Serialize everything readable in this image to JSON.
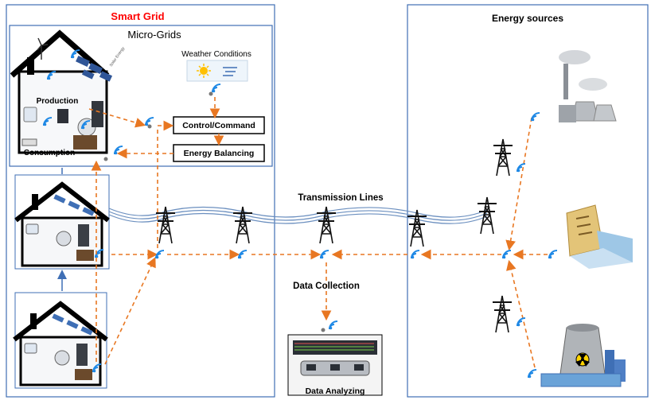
{
  "smart_grid": {
    "title": "Smart Grid"
  },
  "micro_grids": {
    "title": "Micro-Grids"
  },
  "house": {
    "production": "Production",
    "consumption": "Consumption",
    "solar_text": "Solar Energy"
  },
  "weather": {
    "label": "Weather Conditions"
  },
  "control": {
    "label": "Control/Command"
  },
  "balancing": {
    "label": "Energy Balancing"
  },
  "energy_sources": {
    "title": "Energy sources"
  },
  "transmission": {
    "label": "Transmission Lines"
  },
  "collection": {
    "label": "Data Collection"
  },
  "analyzing": {
    "label": "Data Analyzing"
  },
  "colors": {
    "accent": "#ff0000",
    "flow": "#e87722",
    "frame": "#3f6fb5",
    "wifi": "#1e88e5"
  }
}
